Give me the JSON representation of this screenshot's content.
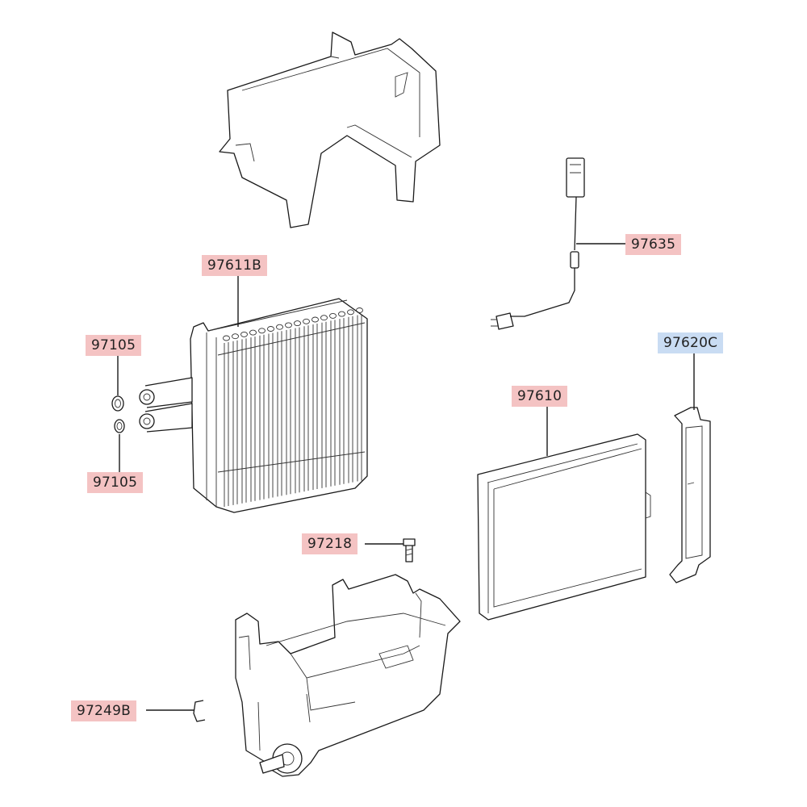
{
  "callouts": [
    {
      "id": "97611B",
      "label": "97611B",
      "color": "#f4c3c3"
    },
    {
      "id": "97105a",
      "label": "97105",
      "color": "#f4c3c3"
    },
    {
      "id": "97105b",
      "label": "97105",
      "color": "#f4c3c3"
    },
    {
      "id": "97635",
      "label": "97635",
      "color": "#f4c3c3"
    },
    {
      "id": "97620C",
      "label": "97620C",
      "color": "#c9dcf3"
    },
    {
      "id": "97610",
      "label": "97610",
      "color": "#f4c3c3"
    },
    {
      "id": "97218",
      "label": "97218",
      "color": "#f4c3c3"
    },
    {
      "id": "97249B",
      "label": "97249B",
      "color": "#f4c3c3"
    }
  ]
}
